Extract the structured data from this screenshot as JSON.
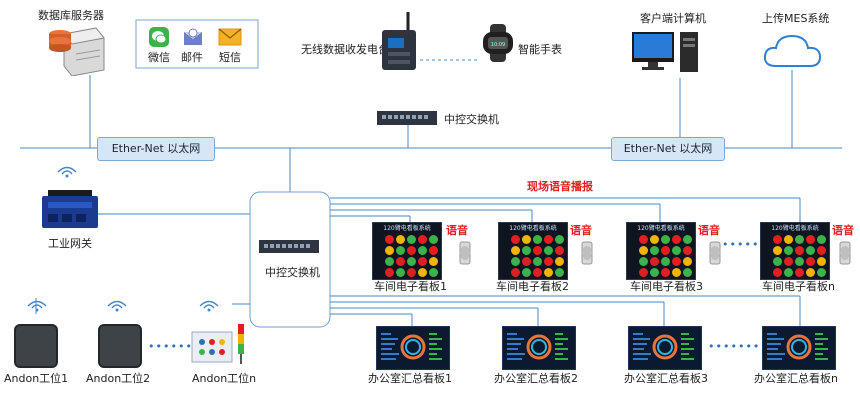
{
  "top": {
    "db_server_label": "数据库服务器",
    "wechat_label": "微信",
    "email_label": "邮件",
    "sms_label": "短信",
    "radio_label": "无线数据收发电台",
    "watch_label": "智能手表",
    "client_label": "客户端计算机",
    "mes_label": "上传MES系统",
    "top_switch_label": "中控交换机"
  },
  "network": {
    "left_pill": "Ether-Net 以太网",
    "right_pill": "Ether-Net 以太网"
  },
  "middle": {
    "gateway_label": "工业网关",
    "center_switch_label": "中控交换机",
    "voice_broadcast_label": "现场语音播报"
  },
  "boards": {
    "voice_tag": "语音",
    "board_title": "120臂电看板系统",
    "items": [
      {
        "label": "车间电子看板1"
      },
      {
        "label": "车间电子看板2"
      },
      {
        "label": "车间电子看板3"
      },
      {
        "label": "车间电子看板n"
      }
    ],
    "ellipsis": "•••••••"
  },
  "office": {
    "items": [
      {
        "label": "办公室汇总看板1"
      },
      {
        "label": "办公室汇总看板2"
      },
      {
        "label": "办公室汇总看板3"
      },
      {
        "label": "办公室汇总看板n"
      }
    ],
    "ellipsis": "•••••••"
  },
  "andon": {
    "items": [
      {
        "label": "Andon工位1"
      },
      {
        "label": "Andon工位2"
      },
      {
        "label": "Andon工位n"
      }
    ],
    "ellipsis": "••••••••"
  },
  "colors": {
    "line": "#4a86c5",
    "pill_fill": "#d6e6f6",
    "voice_red": "#e02020"
  }
}
